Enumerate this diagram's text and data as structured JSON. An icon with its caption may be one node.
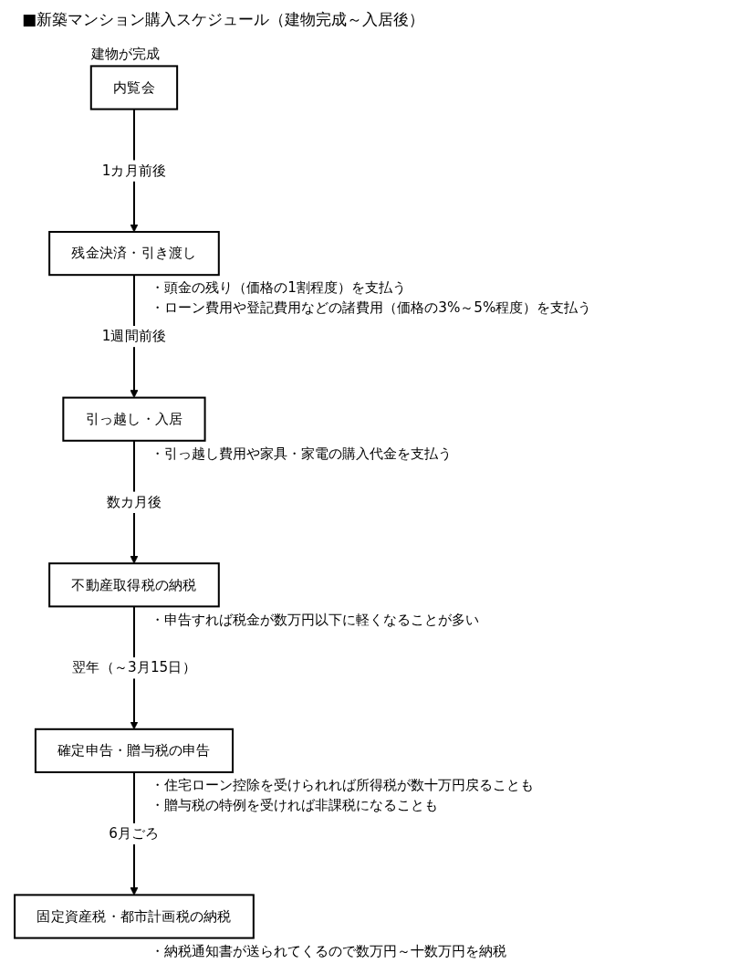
{
  "diagram": {
    "title": "■新築マンション購入スケジュール（建物完成～入居後）",
    "nodes": [
      {
        "text": [
          "内覧会"
        ],
        "beside": [
          "建物が完成"
        ]
      },
      {
        "text": [
          "残金決済・引き渡し"
        ],
        "beside": [
          "・頭金の残り（価格の1割程度）を支払う",
          "・ローン費用や登記費用などの諸費用（価格の3%～5%程度）を支払う"
        ]
      },
      {
        "text": [
          "引っ越し・入居"
        ],
        "beside": [
          "・引っ越し費用や家具・家電の購入代金を支払う"
        ]
      },
      {
        "text": [
          "不動産取得税の納税"
        ],
        "beside": [
          "・申告すれば税金が数万円以下に軽くなることが多い"
        ]
      },
      {
        "text": [
          "確定申告・贈与税の申告"
        ],
        "beside": [
          "・住宅ローン控除を受けられれば所得税が数十万円戻ることも",
          "・贈与税の特例を受ければ非課税になることも"
        ]
      },
      {
        "text": [
          "固定資産税・都市計画税の納税"
        ],
        "beside": [
          "・納税通知書が送られてくるので数万円～十数万円を納税"
        ]
      }
    ],
    "edges": [
      {
        "from": 0,
        "to": 1,
        "arrow": "to",
        "label": "1カ月前後"
      },
      {
        "from": 1,
        "to": 2,
        "arrow": "to",
        "label": "1週間前後"
      },
      {
        "from": 2,
        "to": 3,
        "arrow": "to",
        "label": "数カ月後"
      },
      {
        "from": 3,
        "to": 4,
        "arrow": "to",
        "label": "翌年（～3月15日）"
      },
      {
        "from": 4,
        "to": 5,
        "arrow": "to",
        "label": "6月ごろ"
      }
    ]
  }
}
